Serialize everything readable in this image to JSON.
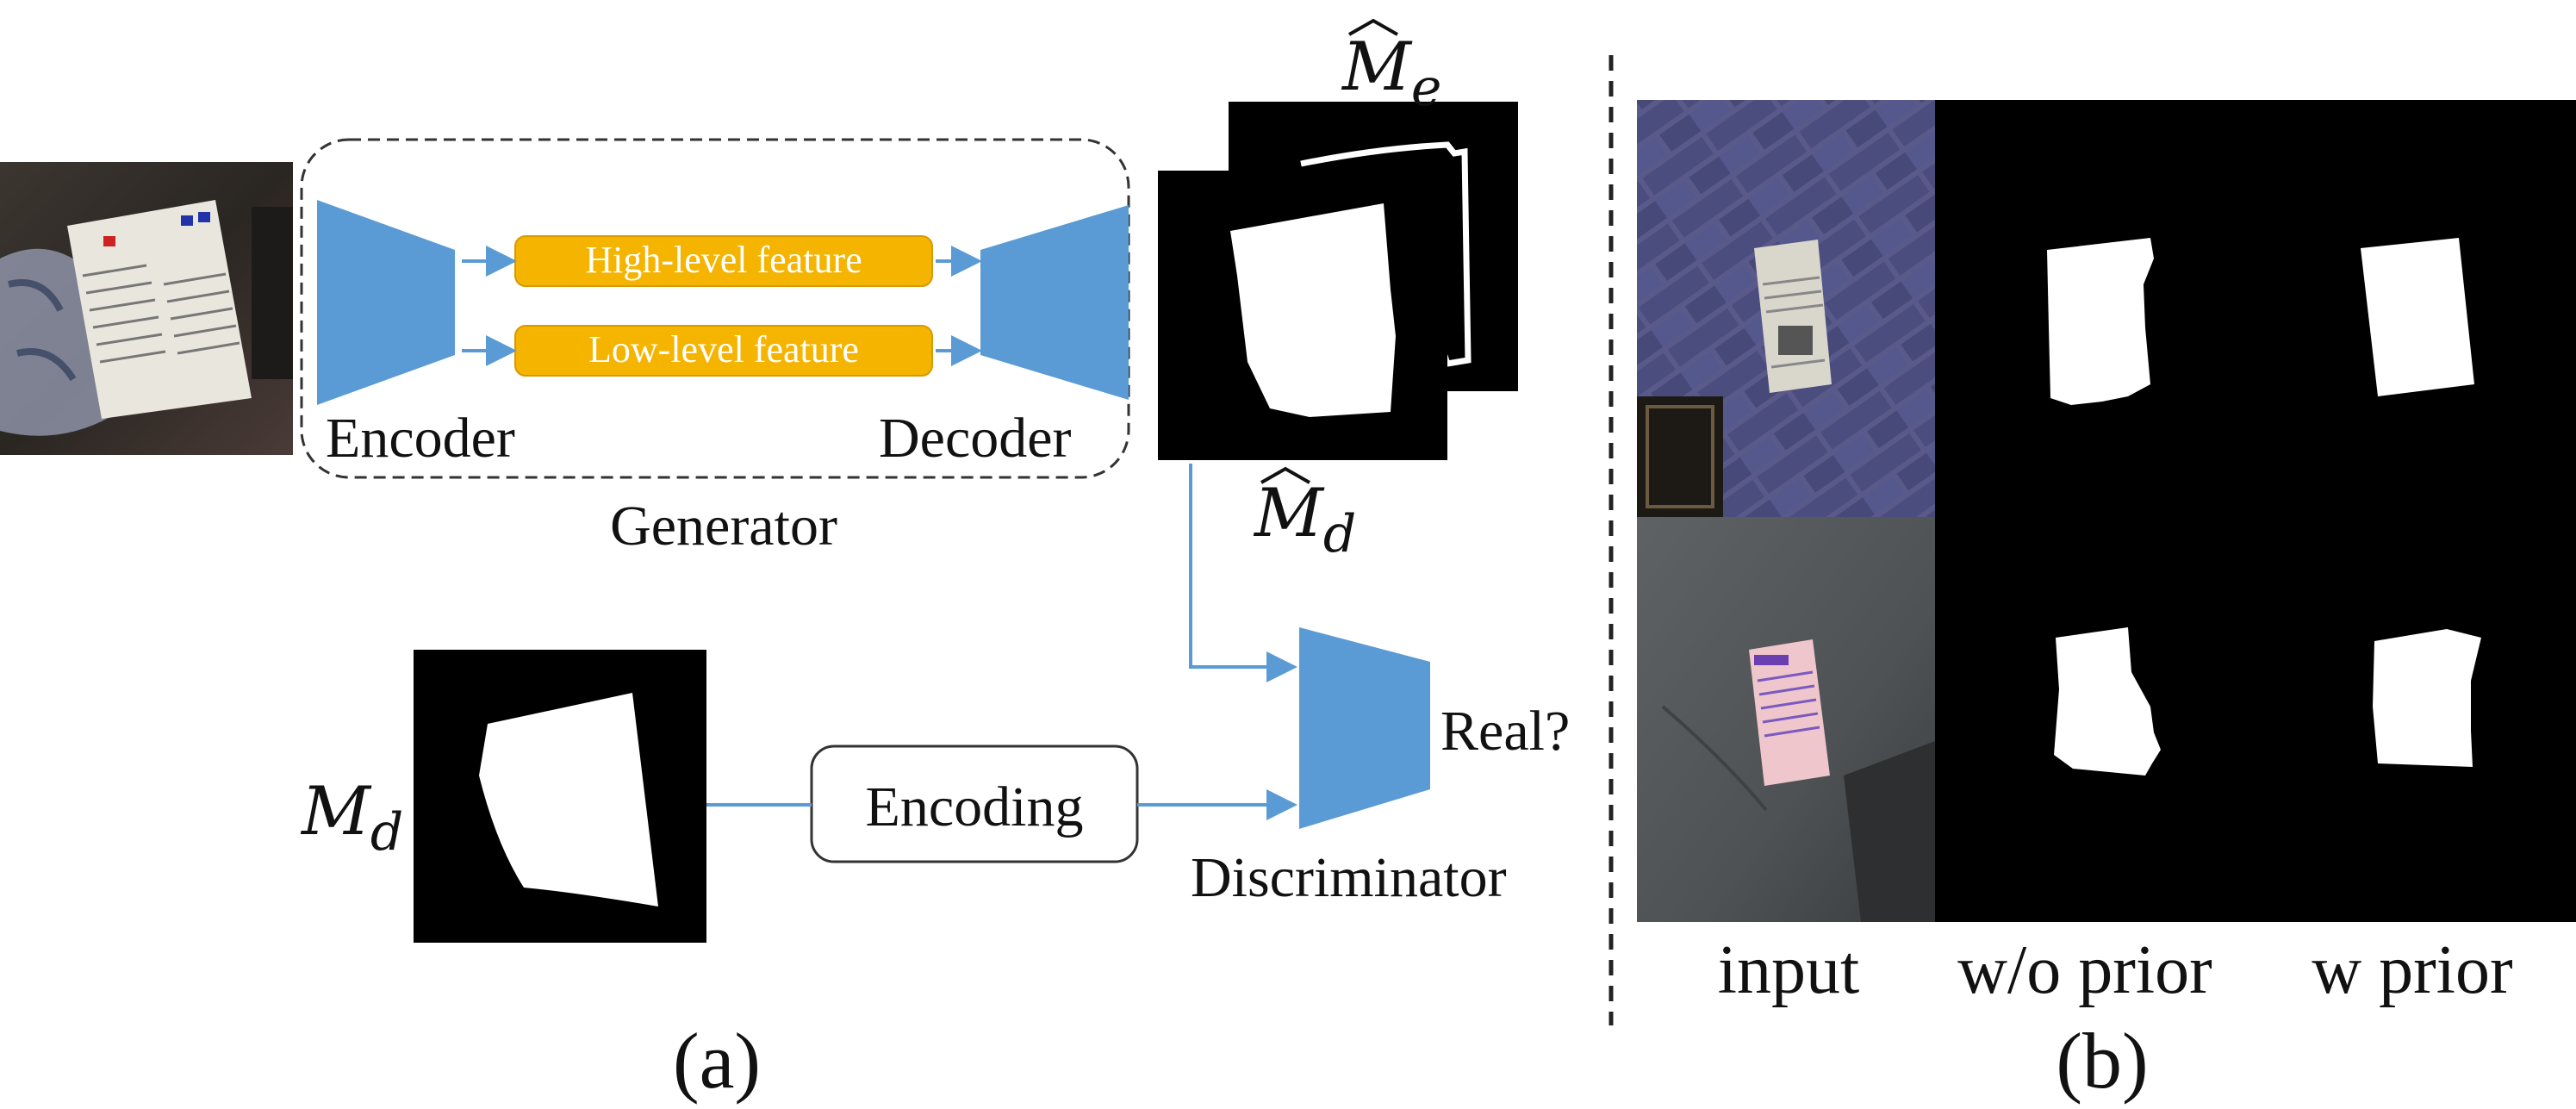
{
  "panel_a": {
    "generator": {
      "label": "Generator",
      "encoder_label": "Encoder",
      "decoder_label": "Decoder",
      "high_feature_label": "High-level feature",
      "low_feature_label": "Low-level feature"
    },
    "outputs": {
      "edge_map_main": "M",
      "edge_map_sub": "e",
      "doc_map_main": "M",
      "doc_map_sub": "d"
    },
    "ground_truth": {
      "main": "M",
      "sub": "d"
    },
    "encoding_label": "Encoding",
    "discriminator_label": "Discriminator",
    "real_label": "Real?",
    "caption": "(a)"
  },
  "panel_b": {
    "columns": [
      "input",
      "w/o prior",
      "w prior"
    ],
    "caption": "(b)"
  },
  "colors": {
    "network_blue": "#5b9bd5",
    "feature_orange": "#f5b400",
    "feature_border": "#d89a00",
    "arrow_blue": "#5b9bd5",
    "mask_black": "#000000",
    "mask_white": "#ffffff"
  }
}
